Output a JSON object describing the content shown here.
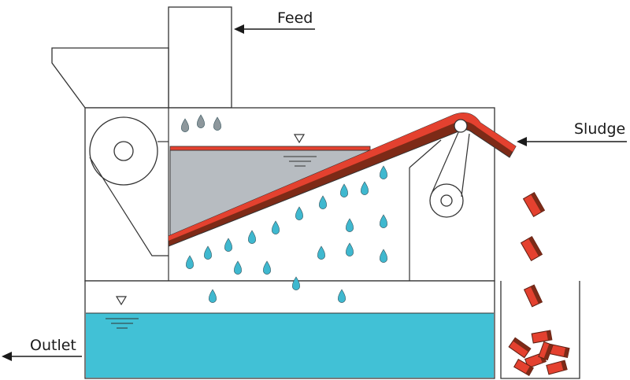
{
  "labels": {
    "feed": "Feed",
    "sludge": "Sludge",
    "outlet": "Outlet"
  },
  "colors": {
    "water": "#41c1d6",
    "drop_clean": "#3fb8cf",
    "drop_feed": "#8d979c",
    "sludge_orange": "#e4412f",
    "sludge_dark": "#7d2a17",
    "pool": "#b7bcc1",
    "outline": "#333333"
  },
  "icons": {
    "water_level": "water-level-triangle-icon",
    "arrow": "arrow-left-icon",
    "droplet": "droplet-icon"
  }
}
